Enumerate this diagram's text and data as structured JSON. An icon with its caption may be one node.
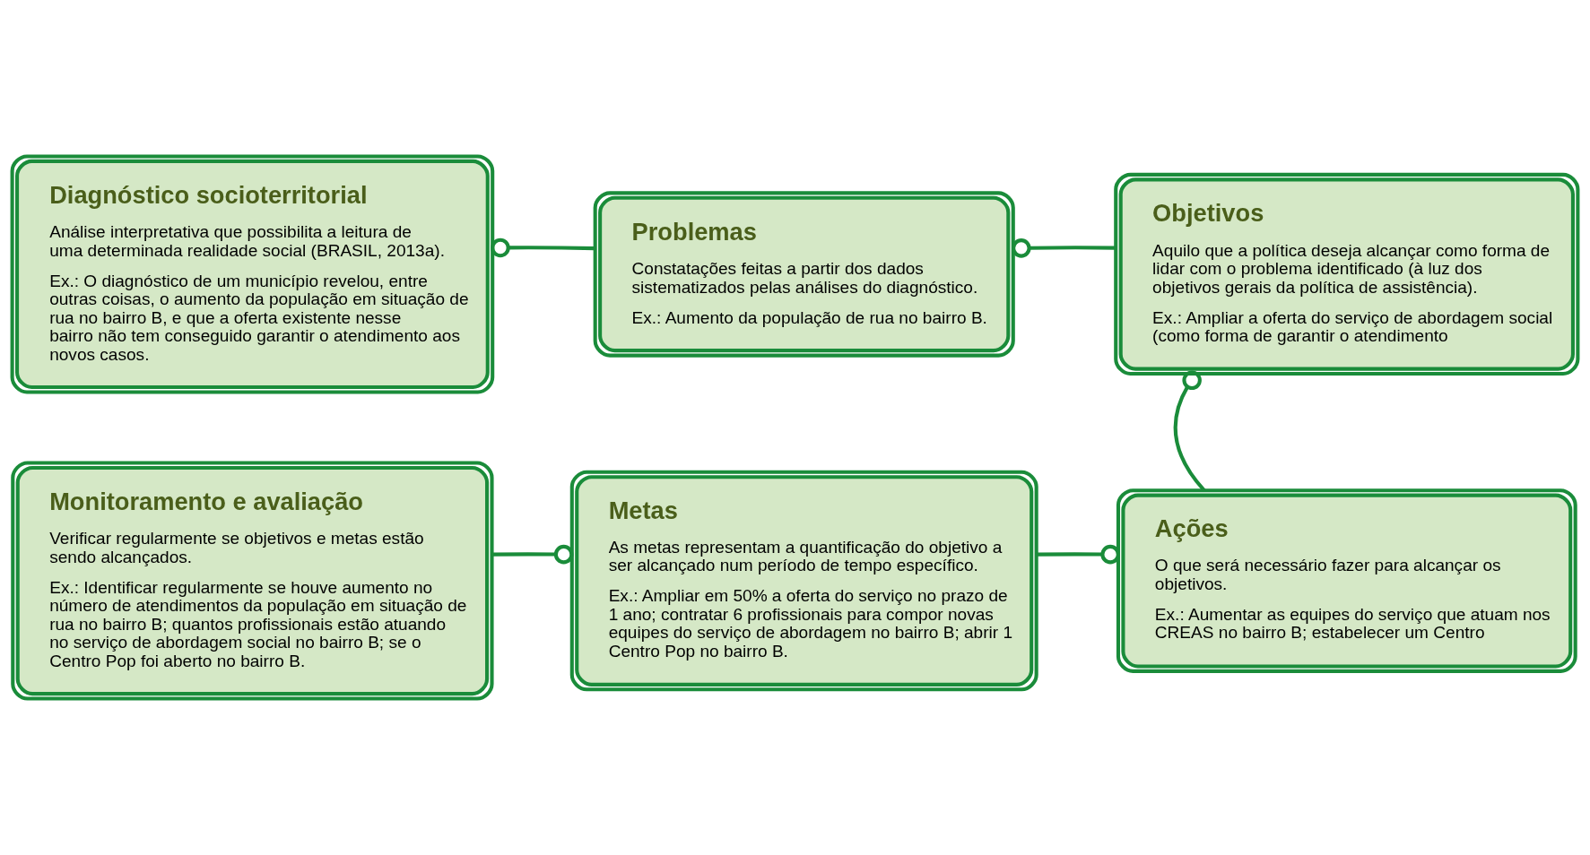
{
  "diagram": {
    "nodes": [
      {
        "text": [
          "Diagnóstico socioterritorial",
          "Análise interpretativa que possibilita a leitura de uma determinada realidade social (BRASIL, 2013a).",
          "Ex.: O diagnóstico de um município revelou, entre outras coisas, o aumento da população em situação de rua no bairro B, e que a oferta existente nesse bairro não tem conseguido garantir o atendimento aos novos casos."
        ]
      },
      {
        "text": [
          "Problemas",
          "Constatações feitas a partir dos dados sistematizados pelas análises do diagnóstico.",
          "Ex.: Aumento da população de rua no bairro B."
        ]
      },
      {
        "text": [
          "Objetivos",
          "Aquilo que a política deseja alcançar como forma de lidar com o problema identificado (à luz dos objetivos gerais da política de assistência).",
          "Ex.: Ampliar a oferta do serviço de abordagem social (como forma de garantir o atendimento"
        ]
      },
      {
        "text": [
          "Monitoramento e avaliação",
          "Verificar regularmente se objetivos e metas estão sendo alcançados.",
          "Ex.: Identificar regularmente se houve aumento no número de atendimentos da população em situação de rua no bairro B; quantos profissionais estão atuando no serviço de abordagem social no bairro B; se o Centro Pop foi aberto no bairro B."
        ]
      },
      {
        "text": [
          "Metas",
          "As metas representam a quantificação do objetivo a ser alcançado num período de tempo específico.",
          "Ex.: Ampliar em 50% a oferta do serviço no prazo de 1 ano; contratar 6 profissionais para compor novas equipes do serviço de abordagem no bairro B; abrir 1 Centro Pop no bairro B."
        ]
      },
      {
        "text": [
          "Ações",
          "O que será necessário fazer para alcançar os objetivos.",
          "Ex.: Aumentar as equipes do serviço que atuam nos CREAS no bairro B; estabelecer um Centro"
        ]
      }
    ],
    "edges": [
      {
        "from": 0,
        "to": 1,
        "arrow": "other"
      },
      {
        "from": 1,
        "to": 2,
        "arrow": "other"
      },
      {
        "from": 2,
        "to": 5,
        "arrow": "other"
      },
      {
        "from": 5,
        "to": 4,
        "arrow": "other"
      },
      {
        "from": 4,
        "to": 3,
        "arrow": "other"
      }
    ]
  }
}
